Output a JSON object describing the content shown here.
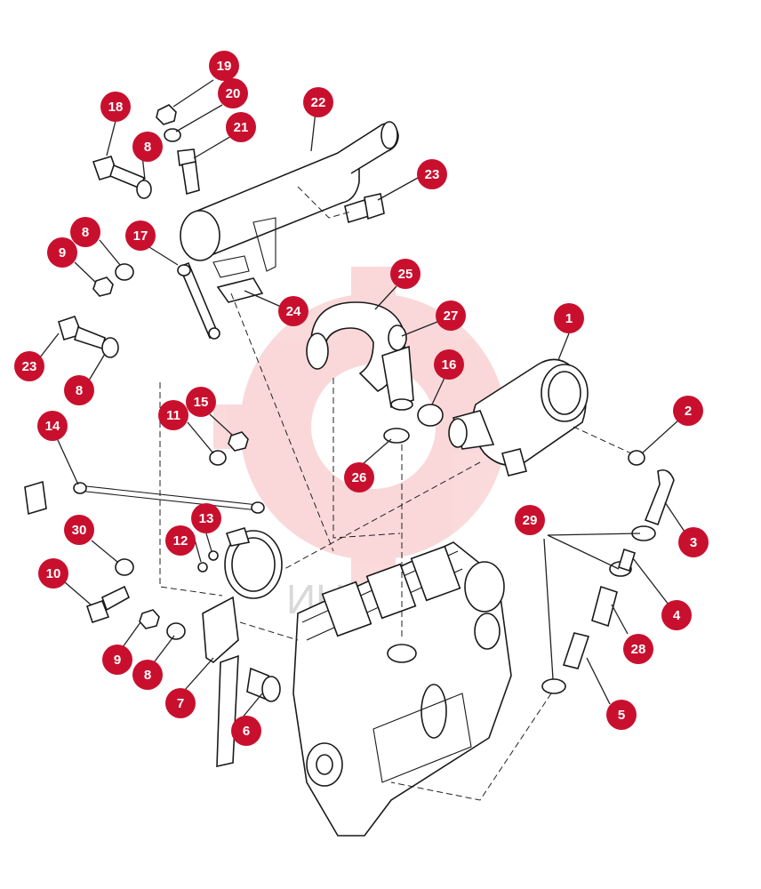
{
  "diagram": {
    "watermark_text": "ИНТ",
    "accent_color": "#c8102e",
    "callouts": [
      "1",
      "2",
      "3",
      "4",
      "5",
      "6",
      "7",
      "8",
      "9",
      "10",
      "11",
      "12",
      "13",
      "14",
      "15",
      "16",
      "17",
      "18",
      "19",
      "20",
      "21",
      "22",
      "23",
      "24",
      "25",
      "26",
      "27",
      "28",
      "29",
      "30"
    ]
  }
}
